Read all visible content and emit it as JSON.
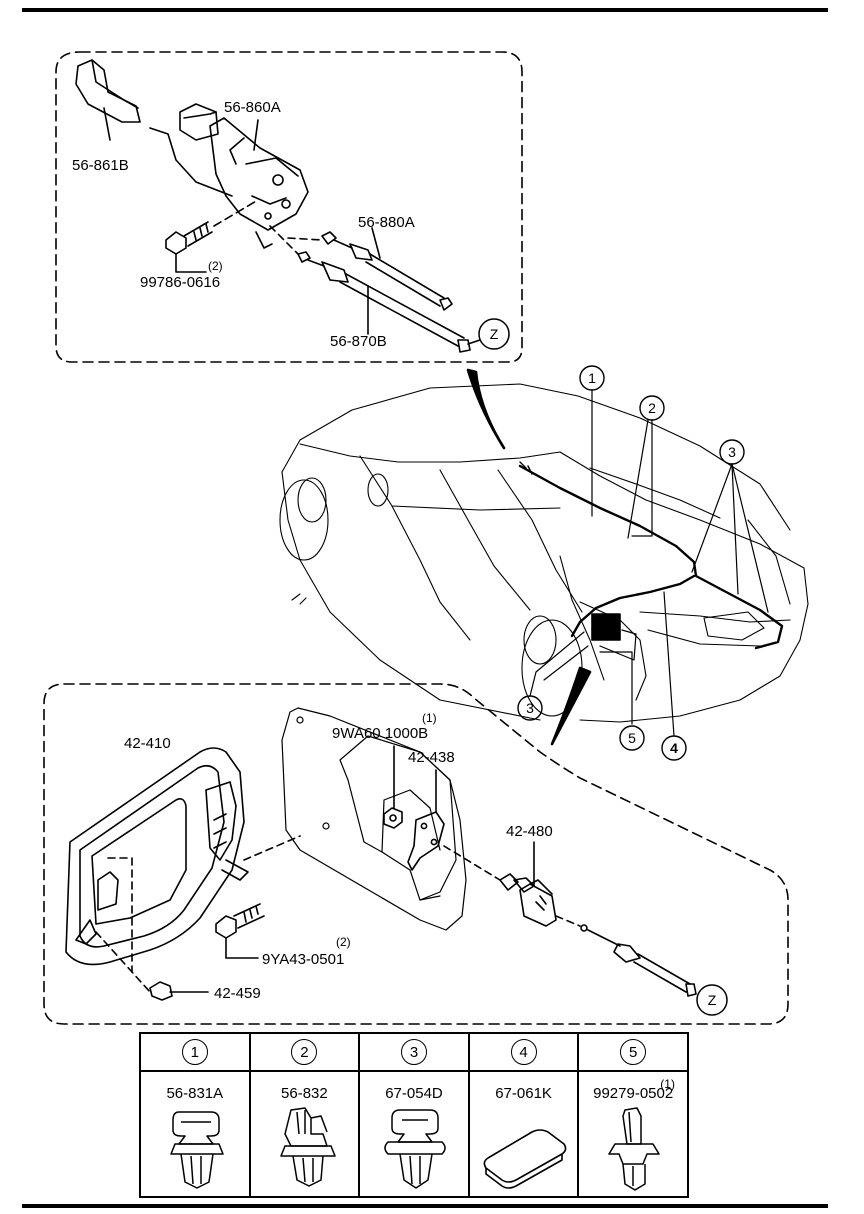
{
  "detail_top": {
    "labels": {
      "opener_cover": "56-861B",
      "opener_lever": "56-860A",
      "trunk_cable": "56-880A",
      "bolt": "99786-0616",
      "bolt_qty": "(2)",
      "fuel_cable": "56-870B"
    },
    "ref_marker": "Z"
  },
  "callouts": {
    "c1": "1",
    "c2": "2",
    "c3a": "3",
    "c3b": "3",
    "c4": "4",
    "c5": "5"
  },
  "detail_bottom": {
    "labels": {
      "fuel_lid": "42-410",
      "nut": "9WA60 1000B",
      "nut_qty": "(1)",
      "spring": "42-438",
      "lock_actuator": "42-480",
      "bolt": "9YA43-0501",
      "bolt_qty": "(2)",
      "bumper": "42-459"
    },
    "ref_marker": "Z"
  },
  "legend": [
    {
      "num": "1",
      "part": "56-831A",
      "qty": ""
    },
    {
      "num": "2",
      "part": "56-832",
      "qty": ""
    },
    {
      "num": "3",
      "part": "67-054D",
      "qty": ""
    },
    {
      "num": "4",
      "part": "67-061K",
      "qty": ""
    },
    {
      "num": "5",
      "part": "99279-0502",
      "qty": "(1)"
    }
  ]
}
